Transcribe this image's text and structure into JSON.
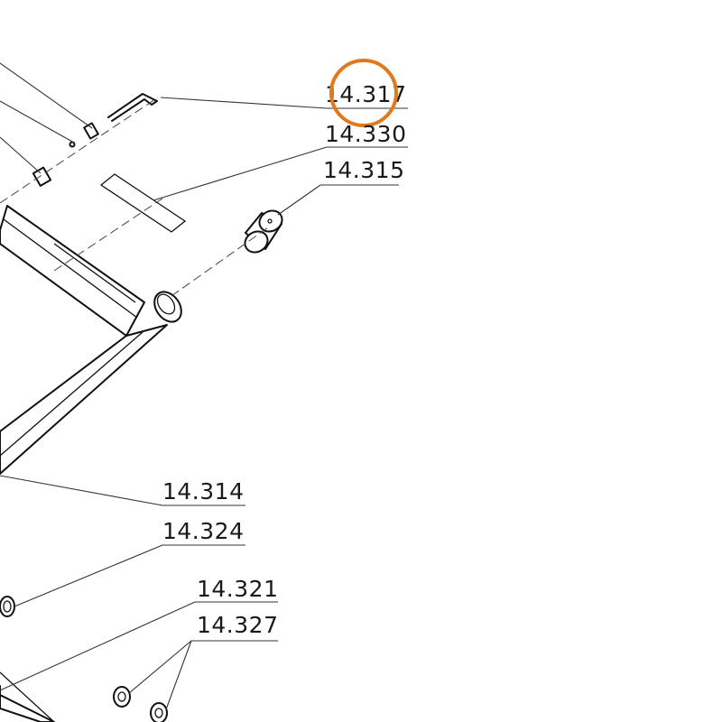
{
  "callouts": [
    {
      "id": "c1",
      "label": "14.317",
      "highlighted": true
    },
    {
      "id": "c2",
      "label": "14.330"
    },
    {
      "id": "c3",
      "label": "14.315"
    },
    {
      "id": "c4",
      "label": "14.314"
    },
    {
      "id": "c5",
      "label": "14.324"
    },
    {
      "id": "c6",
      "label": "14.321"
    },
    {
      "id": "c7",
      "label": "14.327"
    }
  ],
  "highlight": {
    "color": "#e07a1f",
    "shape": "circle"
  },
  "colors": {
    "line": "#111111",
    "background": "#ffffff"
  }
}
